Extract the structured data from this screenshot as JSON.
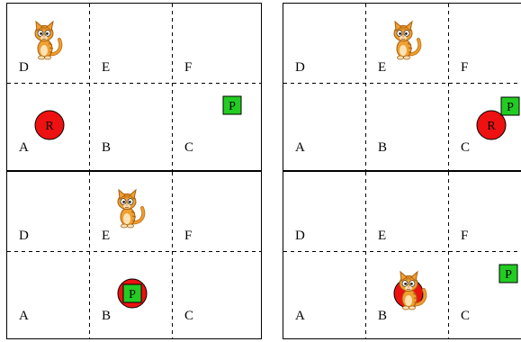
{
  "panels": [
    {
      "labels": {
        "D": "D",
        "E": "E",
        "F": "F",
        "A": "A",
        "B": "B",
        "C": "C"
      },
      "robot": {
        "cell": "A",
        "label": "R"
      },
      "package": {
        "cell": "C",
        "label": "P"
      },
      "cat": {
        "cell": "D"
      }
    },
    {
      "labels": {
        "D": "D",
        "E": "E",
        "F": "F",
        "A": "A",
        "B": "B",
        "C": "C"
      },
      "robot": {
        "cell": "C",
        "label": "R"
      },
      "package": {
        "cell": "C",
        "label": "P"
      },
      "cat": {
        "cell": "E"
      }
    },
    {
      "labels": {
        "D": "D",
        "E": "E",
        "F": "F",
        "A": "A",
        "B": "B",
        "C": "C"
      },
      "robot": {
        "cell": "B",
        "label": "R"
      },
      "package": {
        "cell": "B",
        "label": "P"
      },
      "cat": {
        "cell": "E"
      }
    },
    {
      "labels": {
        "D": "D",
        "E": "E",
        "F": "F",
        "A": "A",
        "B": "B",
        "C": "C"
      },
      "robot": {
        "cell": "B",
        "label": "R"
      },
      "package": {
        "cell": "C",
        "label": "P"
      },
      "cat": {
        "cell": "B"
      }
    }
  ],
  "colors": {
    "robot": "#ee1111",
    "package": "#22cc22",
    "cat_body": "#f0a030",
    "grid": "#000000"
  }
}
